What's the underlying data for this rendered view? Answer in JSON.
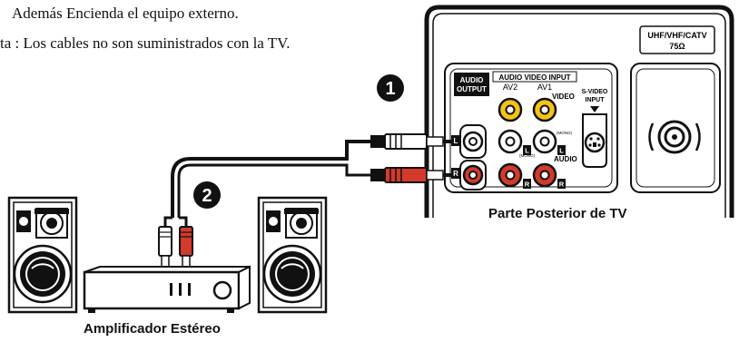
{
  "instructions": {
    "line1": "Además Encienda el equipo externo.",
    "line2": "ta : Los cables no son suministrados con la TV."
  },
  "tv_panel": {
    "caption": "Parte Posterior de TV",
    "antenna_label": "UHF/VHF/CATV",
    "antenna_impedance": "75Ω",
    "audio_output_line1": "AUDIO",
    "audio_output_line2": "OUTPUT",
    "av_input_label": "AUDIO VIDEO INPUT",
    "av2_label": "AV2",
    "av1_label": "AV1",
    "video_label": "VIDEO",
    "mono_label_a": "(MONO)",
    "mono_label_b": "(MONO)",
    "audio_label": "AUDIO",
    "svideo_line1": "S-VIDEO",
    "svideo_line2": "INPUT",
    "jack_L": "L",
    "jack_R": "R"
  },
  "steps": {
    "step1": "1",
    "step2": "2"
  },
  "amplifier": {
    "caption": "Amplificador Estéreo"
  }
}
